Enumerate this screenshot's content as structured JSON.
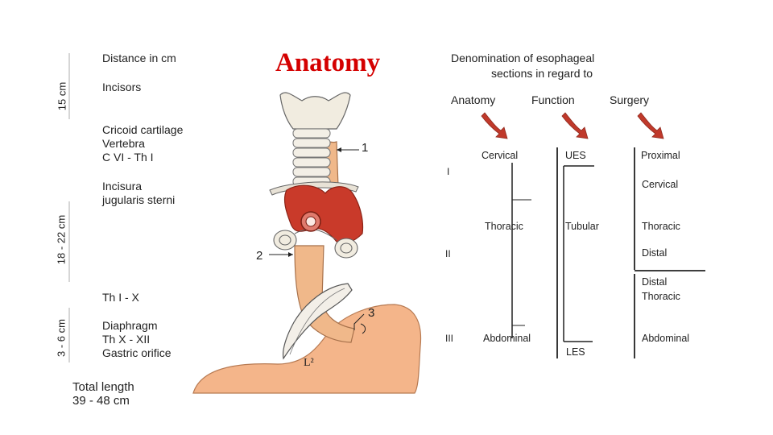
{
  "slide_title": "Anatomy",
  "left_labels": {
    "distance": "Distance in cm",
    "incisors": "Incisors",
    "cricoid": [
      "Cricoid cartilage",
      "Vertebra",
      "C VI - Th I"
    ],
    "incisura": [
      "Incisura",
      "jugularis sterni"
    ],
    "th_i_x": "Th I - X",
    "diaphragm": [
      "Diaphragm",
      "Th X - XII",
      "Gastric orifice"
    ],
    "total": [
      "Total length",
      "39 - 48 cm"
    ]
  },
  "vertical_labels": {
    "v1": "15 cm",
    "v2": "18 - 22 cm",
    "v3": "3 - 6 cm"
  },
  "figure_markers": {
    "m1": "1",
    "m2": "2",
    "m3": "3",
    "l": "L²"
  },
  "right_header": [
    "Denomination of esophageal",
    "sections in regard to"
  ],
  "columns": [
    "Anatomy",
    "Function",
    "Surgery"
  ],
  "roman": [
    "I",
    "II",
    "III"
  ],
  "anatomy_sections": [
    "Cervical",
    "Thoracic",
    "Abdominal"
  ],
  "function_sections": [
    "UES",
    "Tubular",
    "LES"
  ],
  "surgery_sections": [
    "Proximal",
    "Cervical",
    "Thoracic",
    "Distal",
    "Distal",
    "Thoracic",
    "Abdominal"
  ],
  "colors": {
    "title": "#d40000",
    "arrow": "#c0392b",
    "aorta": "#c93a2a",
    "esophagus": "#f0b88a",
    "stomach": "#f4b58a"
  }
}
